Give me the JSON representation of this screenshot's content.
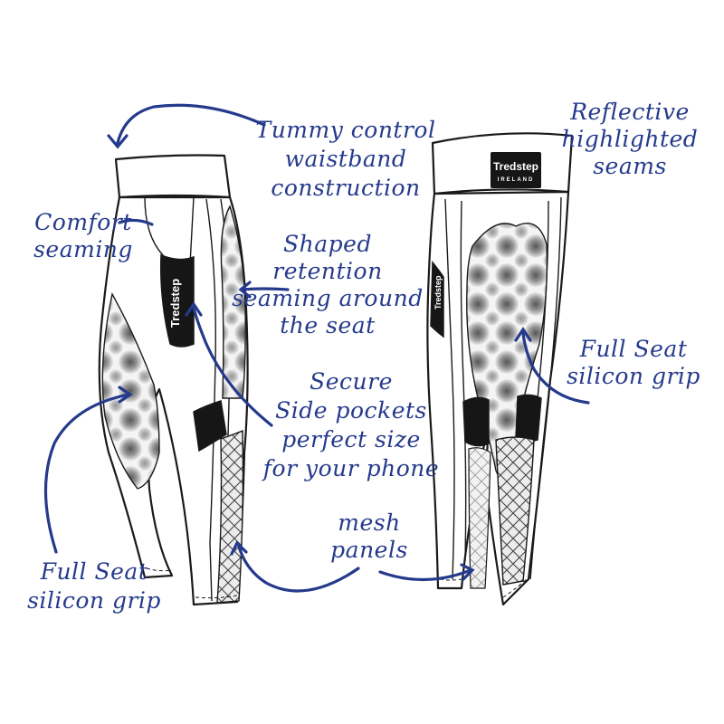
{
  "colors": {
    "ink": "#1a1a1a",
    "annotation": "#253a8c",
    "background": "#ffffff"
  },
  "brand": {
    "side_logo": "Tredstep",
    "back_logo": "Tredstep",
    "back_subtitle": "IRELAND"
  },
  "annotations": {
    "tummy_control": [
      "Tummy control",
      "waistband",
      "construction"
    ],
    "reflective": [
      "Reflective",
      "highlighted",
      "seams"
    ],
    "comfort": [
      "Comfort",
      "seaming"
    ],
    "shaped_retention": [
      "Shaped",
      "retention",
      "seaming around",
      "the seat"
    ],
    "full_seat_back": [
      "Full Seat",
      "silicon grip"
    ],
    "secure_pockets": [
      "Secure",
      "Side pockets",
      "perfect size",
      "for your phone"
    ],
    "mesh": [
      "mesh",
      "panels"
    ],
    "full_seat_side": [
      "Full Seat",
      "silicon grip"
    ]
  }
}
